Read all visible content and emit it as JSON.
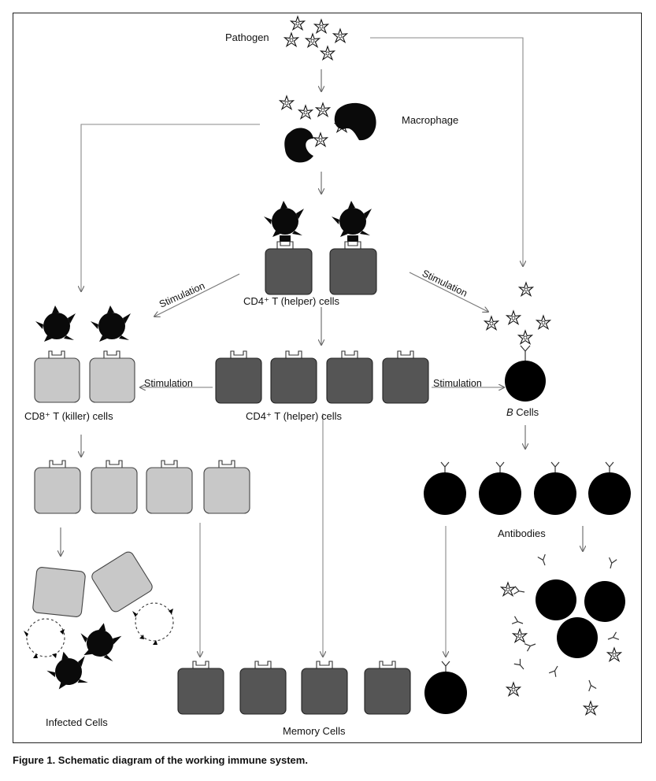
{
  "labels": {
    "pathogen": "Pathogen",
    "macrophage": "Macrophage",
    "cd4_top": "CD4⁺ T (helper) cells",
    "cd4_mid": "CD4⁺ T (helper) cells",
    "cd8": "CD8⁺ T (killer) cells",
    "b_cells_italic": "B",
    "b_cells_rest": " Cells",
    "stim_left_diag": "Stimulation",
    "stim_right_diag": "Stimulation",
    "stim_left": "Stimulation",
    "stim_right": "Stimulation",
    "antibodies": "Antibodies",
    "infected": "Infected Cells",
    "memory": "Memory Cells"
  },
  "caption": "Figure 1. Schematic diagram of the working immune system.",
  "colors": {
    "helper_cell": "#555555",
    "killer_cell": "#c8c8c8",
    "b_cell": "#000000",
    "line": "#777777"
  }
}
